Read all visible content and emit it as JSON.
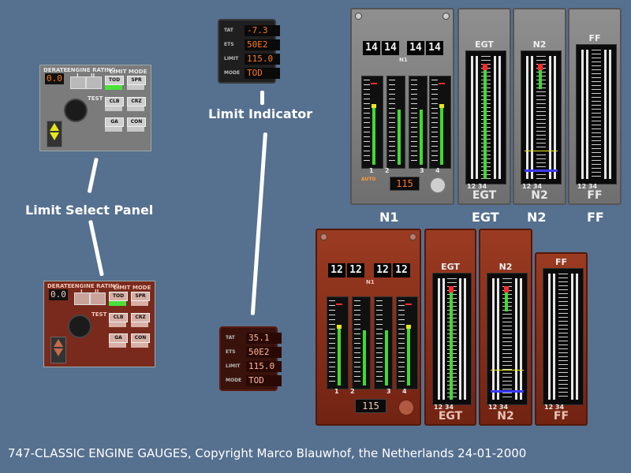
{
  "labels": {
    "limit_indicator": "Limit Indicator",
    "limit_select_panel": "Limit Select Panel",
    "n1": "N1",
    "egt": "EGT",
    "n2": "N2",
    "ff": "FF"
  },
  "footer": "747-CLASSIC ENGINE GAUGES, Copyright Marco Blauwhof, the Netherlands 24-01-2000",
  "limit_select_panel": {
    "derate": "DERATE",
    "engine_rating": "ENGINE RATING",
    "rating_1": "I",
    "rating_2": "II",
    "limit_mode": "LIMIT MODE",
    "test": "TEST",
    "derate_value": "0.0",
    "buttons": {
      "tod": "TOD",
      "spr": "SPR",
      "clb": "CLB",
      "crz": "CRZ",
      "ga": "GA",
      "con": "CON"
    }
  },
  "limit_indicator_day": {
    "tat_label": "TAT",
    "ets_label": "ETS",
    "lim_label": "LIMIT",
    "mode_label": "MODE",
    "tat": "-7.3",
    "ets": "50E2",
    "limit": "115.0",
    "mode": "TOD"
  },
  "limit_indicator_night": {
    "tat": "35.1",
    "ets": "50E2",
    "limit": "115.0",
    "mode": "TOD"
  },
  "engine_panel_day": {
    "n1_digits": [
      "14",
      "14",
      "14",
      "14"
    ],
    "n1_scale_label": "N1",
    "n1_target": "115",
    "auto_label": "AUTO",
    "engine_numbers": [
      "1",
      "2",
      "3",
      "4"
    ],
    "egt_title": "EGT",
    "n2_title": "N2",
    "ff_title": "FF",
    "bottom_nums": "12  34"
  },
  "engine_panel_night": {
    "n1_digits": [
      "12",
      "12",
      "12",
      "12"
    ],
    "n1_scale_label": "N1",
    "n1_target": "115",
    "engine_numbers": [
      "1",
      "2",
      "3",
      "4"
    ],
    "egt_title": "EGT",
    "n2_title": "N2",
    "ff_title": "FF",
    "bottom_nums": "12  34"
  }
}
